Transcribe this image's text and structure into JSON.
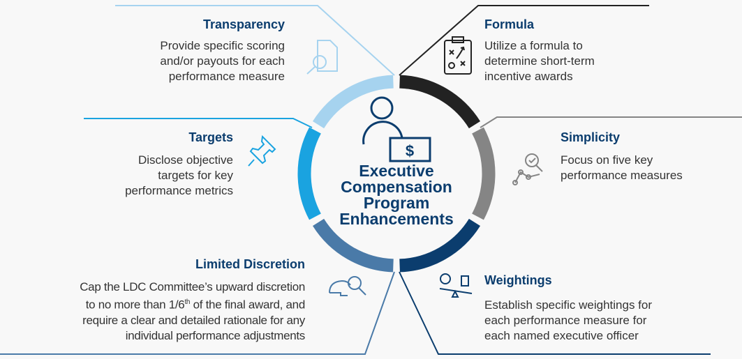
{
  "center_title": [
    "Executive",
    "Compensation",
    "Program",
    "Enhancements"
  ],
  "center_icon": "executive-dollar-icon",
  "colors": {
    "transparency": "#a6d3ef",
    "formula": "#222222",
    "simplicity": "#858585",
    "weightings": "#0b3d6e",
    "limited_discretion": "#4a7aa8",
    "targets": "#1aa3e0"
  },
  "items": {
    "transparency": {
      "title": "Transparency",
      "text": [
        "Provide specific scoring",
        "and/or payouts for each",
        "performance measure"
      ],
      "icon": "document-magnifier-icon"
    },
    "formula": {
      "title": "Formula",
      "text": [
        "Utilize a formula to",
        "determine short-term",
        "incentive awards"
      ],
      "icon": "clipboard-play-icon"
    },
    "targets": {
      "title": "Targets",
      "text": [
        "Disclose objective",
        "targets for key",
        "performance metrics"
      ],
      "icon": "pushpin-icon"
    },
    "simplicity": {
      "title": "Simplicity",
      "text": [
        "Focus on five key",
        "performance measures"
      ],
      "icon": "magnifier-chart-icon"
    },
    "limited_discretion": {
      "title": "Limited Discretion",
      "text": [
        "Cap the LDC Committee’s upward discretion",
        "to no more than 1/6",
        "th",
        " of the final award, and",
        "require a clear and detailed rationale for any",
        "individual performance adjustments"
      ],
      "icon": "brain-magnifier-icon"
    },
    "weightings": {
      "title": "Weightings",
      "text": [
        "Establish specific weightings for",
        "each performance measure for",
        "each named executive officer"
      ],
      "icon": "balance-scale-icon"
    }
  }
}
